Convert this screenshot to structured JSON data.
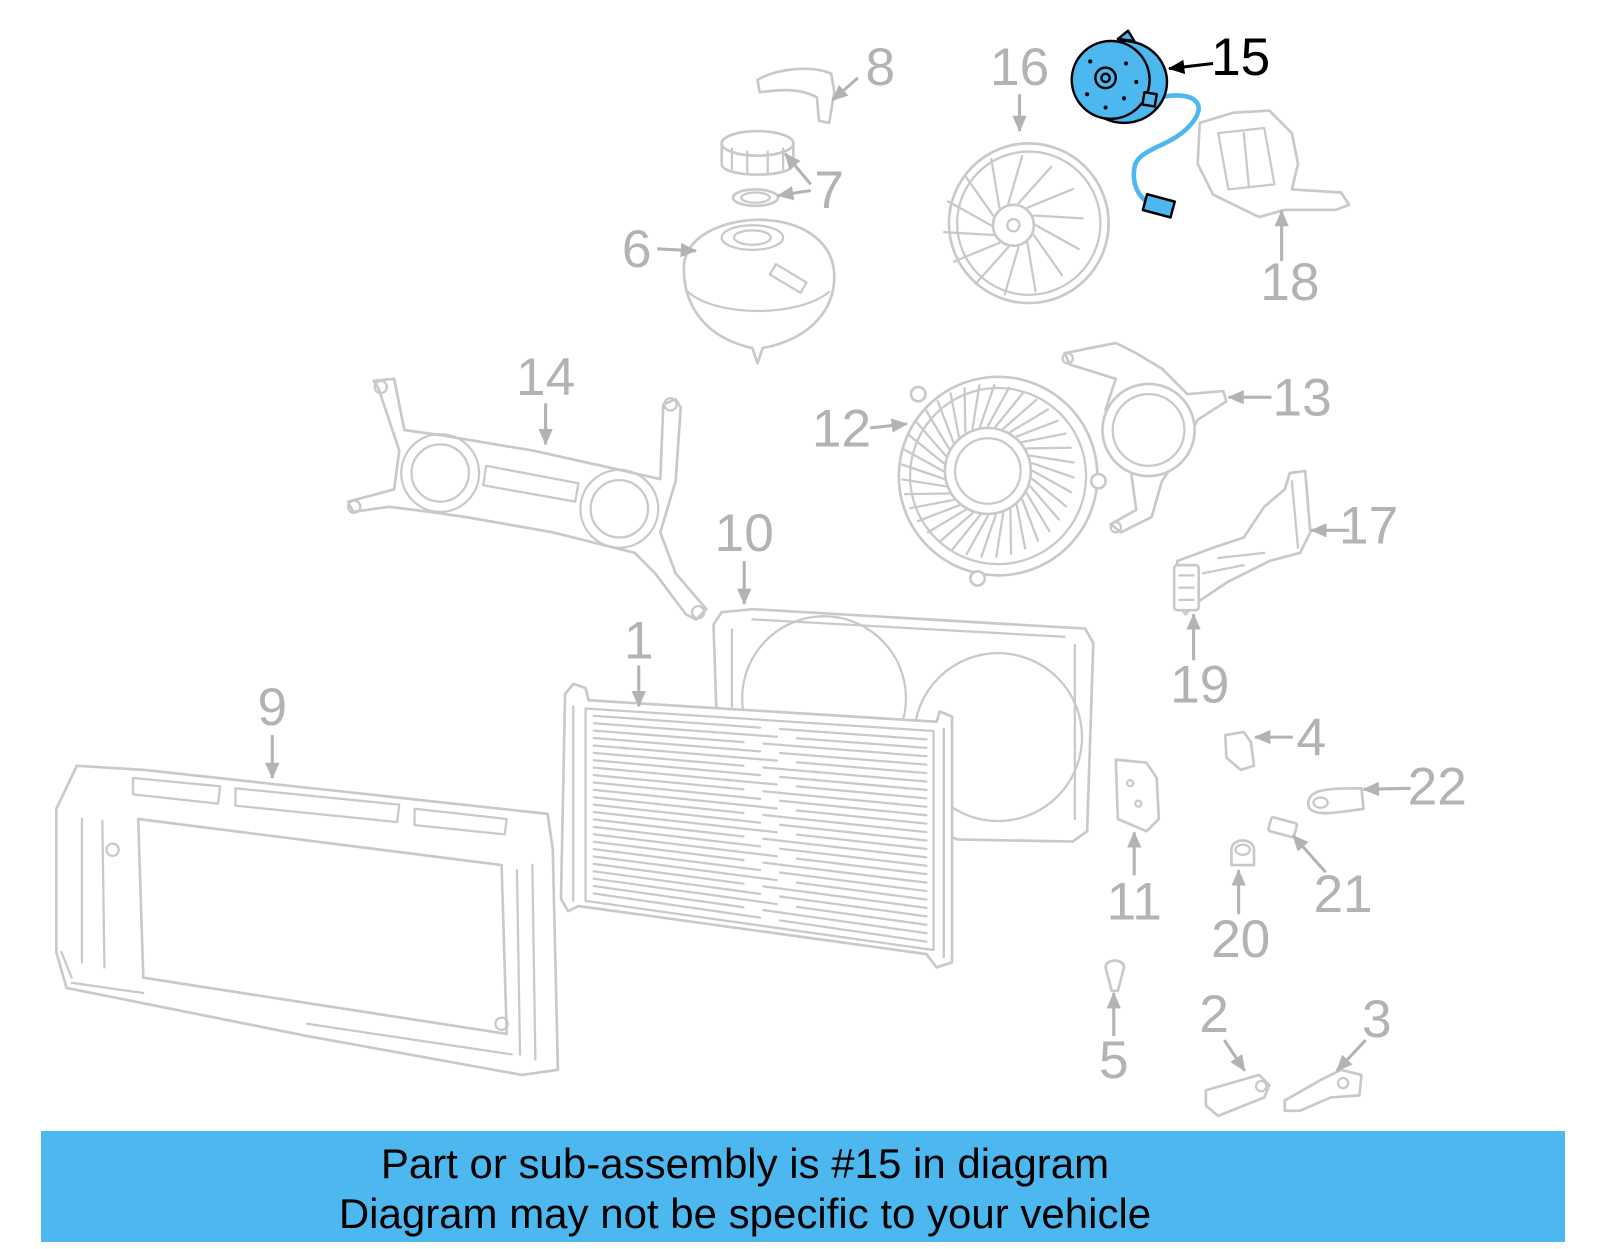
{
  "colors": {
    "highlight": "#4db8ef",
    "banner": "#4db8ef",
    "line_art": "#c9c9c9",
    "callout_text": "#b3b3b3",
    "active_callout_text": "#000000"
  },
  "callouts": {
    "part_1": "1",
    "part_2": "2",
    "part_3": "3",
    "part_4": "4",
    "part_5": "5",
    "part_6": "6",
    "part_7": "7",
    "part_8": "8",
    "part_9": "9",
    "part_10": "10",
    "part_11": "11",
    "part_12": "12",
    "part_13": "13",
    "part_14": "14",
    "part_15": "15",
    "part_16": "16",
    "part_17": "17",
    "part_18": "18",
    "part_19": "19",
    "part_20": "20",
    "part_21": "21",
    "part_22": "22"
  },
  "banner": {
    "line1": "Part or sub-assembly is #15 in diagram",
    "line2": "Diagram may not be specific to your vehicle"
  }
}
